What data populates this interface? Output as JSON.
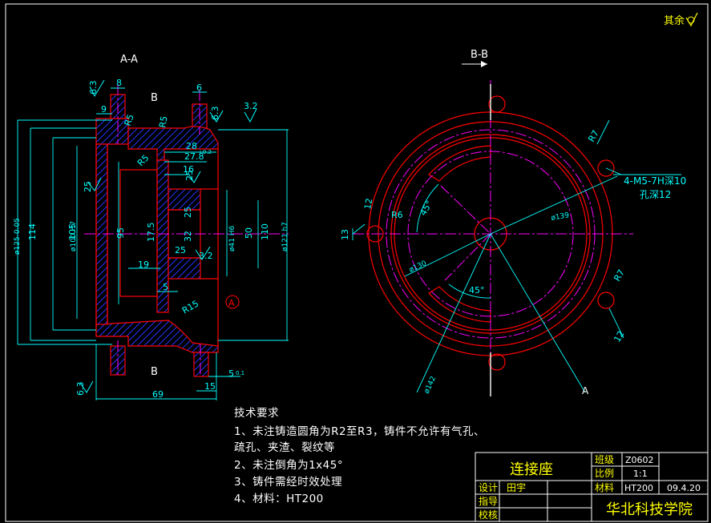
{
  "corner_mark": "其余",
  "views": {
    "section_aa": "A-A",
    "section_bb": "B-B",
    "cut_label_top": "B",
    "cut_label_bottom": "B",
    "datum_a": "A",
    "leader_a": "A"
  },
  "dims_left": {
    "d8": "8",
    "d6": "6",
    "r9": "9",
    "r63a": "6.3",
    "r63b": "6.3",
    "r63c": "6.3",
    "r32a": "3.2",
    "r32b": "3.2",
    "R5a": "R5",
    "R5b": "R5",
    "R5c": "R5",
    "R15": "R15",
    "d28": "28",
    "d27": "27.8",
    "d27tol": "+0.2",
    "d16": "16",
    "d25a": "25",
    "d25b": "25",
    "d25c": "25",
    "d25d": "25",
    "d32": "32",
    "d175": "17.5",
    "d19": "19",
    "d5": "5",
    "d95": "95",
    "d105": "105",
    "d114": "114",
    "dphi125": "ø125-0.05",
    "dphi100": "ø100 H7",
    "dphi41": "ø41 H6",
    "dphi121": "ø121 h7",
    "d50": "50",
    "d110": "110",
    "d69": "69",
    "d15": "15",
    "d5b": "5",
    "d5btol": "0.1"
  },
  "dims_right": {
    "R7a": "R7",
    "R7b": "R7",
    "thread": "4-M5-7H深10",
    "hole": "孔深12",
    "d12": "12",
    "d13": "13",
    "R6": "R6",
    "ang45a": "45°",
    "ang45b": "45°",
    "phi139": "ø139",
    "phi130": "ø130",
    "phi142": "ø142",
    "s12": "12"
  },
  "tech_requirements": {
    "title": "技术要求",
    "lines": [
      "1、未注铸造圆角为R2至R3，铸件不允许有气孔、",
      "疏孔、夹渣、裂纹等",
      "2、未注倒角为1x45°",
      "3、铸件需经时效处理",
      "4、材料：HT200"
    ]
  },
  "title_block": {
    "part_name": "连接座",
    "class_label": "班级",
    "class_value": "Z0602",
    "scale_label": "比例",
    "scale_value": "1:1",
    "material_label": "材料",
    "material_value": "HT200",
    "date": "09.4.20",
    "design_label": "设计",
    "designer": "田宇",
    "guide_label": "指导",
    "check_label": "校核",
    "school": "华北科技学院"
  },
  "colors": {
    "background": "#000000",
    "outline": "#ff0000",
    "centerline": "#ff00ff",
    "dimension": "#00ffff",
    "text": "#ffffff",
    "accent": "#ffff00",
    "hatch": "#0000ff",
    "frame": "#ffffff"
  }
}
